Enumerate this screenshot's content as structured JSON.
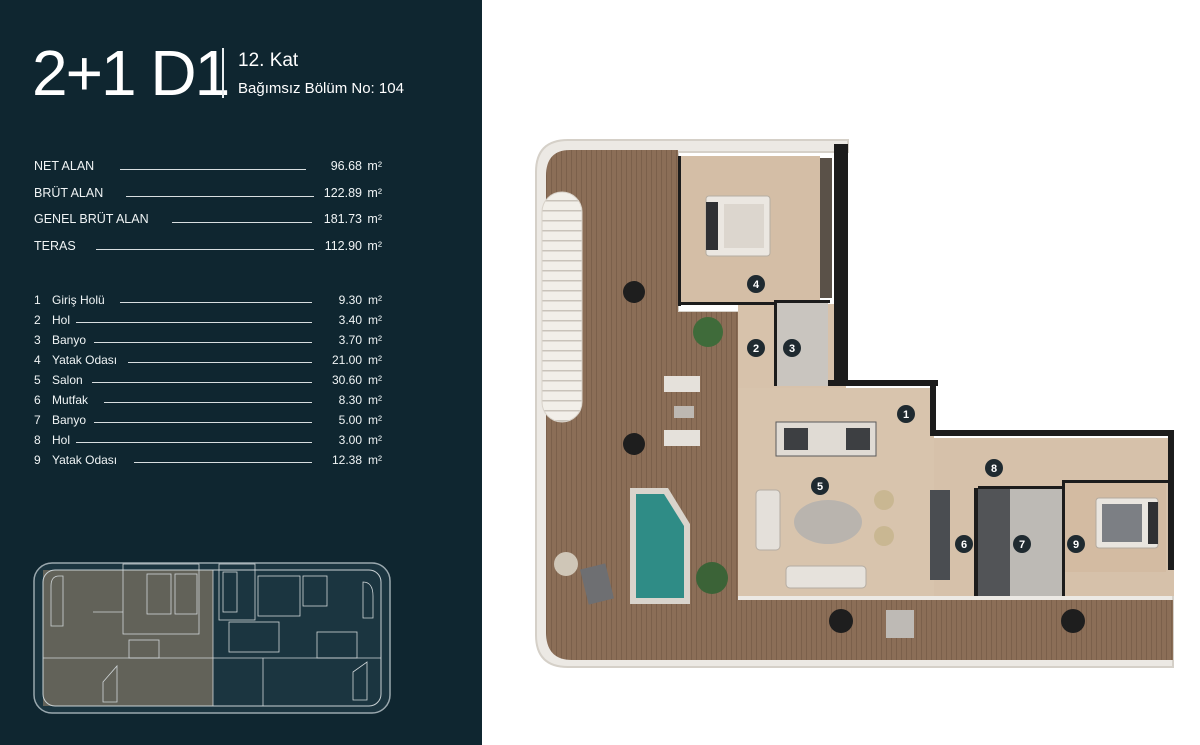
{
  "header": {
    "type": "2+1 D1",
    "floor": "12. Kat",
    "unit": "Bağımsız Bölüm No: 104"
  },
  "areas": [
    {
      "label": "NET ALAN",
      "value": "96.68",
      "unit": "m²"
    },
    {
      "label": "BRÜT ALAN",
      "value": "122.89",
      "unit": "m²"
    },
    {
      "label": "GENEL BRÜT ALAN",
      "value": "181.73",
      "unit": "m²"
    },
    {
      "label": "TERAS",
      "value": "112.90",
      "unit": "m²"
    }
  ],
  "rooms": [
    {
      "num": "1",
      "name": "Giriş Holü",
      "value": "9.30",
      "unit": "m²"
    },
    {
      "num": "2",
      "name": "Hol",
      "value": "3.40",
      "unit": "m²"
    },
    {
      "num": "3",
      "name": "Banyo",
      "value": "3.70",
      "unit": "m²"
    },
    {
      "num": "4",
      "name": "Yatak Odası",
      "value": "21.00",
      "unit": "m²"
    },
    {
      "num": "5",
      "name": "Salon",
      "value": "30.60",
      "unit": "m²"
    },
    {
      "num": "6",
      "name": "Mutfak",
      "value": "8.30",
      "unit": "m²"
    },
    {
      "num": "7",
      "name": "Banyo",
      "value": "5.00",
      "unit": "m²"
    },
    {
      "num": "8",
      "name": "Hol",
      "value": "3.00",
      "unit": "m²"
    },
    {
      "num": "9",
      "name": "Yatak Odası",
      "value": "12.38",
      "unit": "m²"
    }
  ],
  "colors": {
    "panel": "#0f2630",
    "wood": "#8a6d55",
    "floor": "#d9c4ad",
    "wall": "#1e1e1e",
    "pool": "#2f8c86",
    "badge": "#1f2a30"
  },
  "badges": [
    "1",
    "2",
    "3",
    "4",
    "5",
    "6",
    "7",
    "8",
    "9"
  ]
}
